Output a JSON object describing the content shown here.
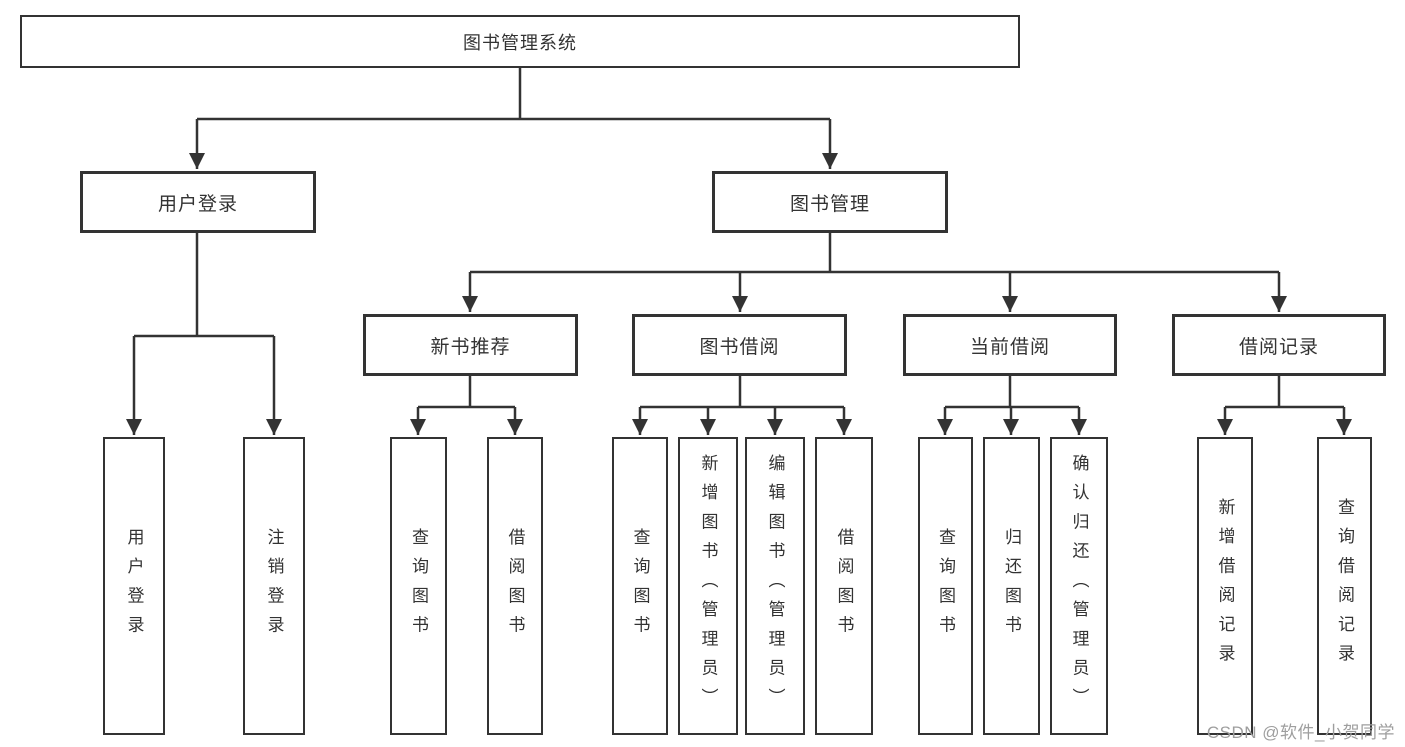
{
  "diagram": {
    "root": {
      "label": "图书管理系统"
    },
    "children": [
      {
        "label": "用户登录",
        "children": [
          {
            "label": "用户登录"
          },
          {
            "label": "注销登录"
          }
        ]
      },
      {
        "label": "图书管理",
        "children": [
          {
            "label": "新书推荐",
            "children": [
              {
                "label": "查询图书"
              },
              {
                "label": "借阅图书"
              }
            ]
          },
          {
            "label": "图书借阅",
            "children": [
              {
                "label": "查询图书"
              },
              {
                "label": "新增图书（管理员）"
              },
              {
                "label": "编辑图书（管理员）"
              },
              {
                "label": "借阅图书"
              }
            ]
          },
          {
            "label": "当前借阅",
            "children": [
              {
                "label": "查询图书"
              },
              {
                "label": "归还图书"
              },
              {
                "label": "确认归还（管理员）"
              }
            ]
          },
          {
            "label": "借阅记录",
            "children": [
              {
                "label": "新增借阅记录"
              },
              {
                "label": "查询借阅记录"
              }
            ]
          }
        ]
      }
    ]
  },
  "watermark": {
    "text": "CSDN @软件_小贺同学"
  },
  "colors": {
    "border": "#333333",
    "connector": "#333333",
    "text": "#333333",
    "watermark": "#9e9e9e",
    "background": "#ffffff"
  }
}
